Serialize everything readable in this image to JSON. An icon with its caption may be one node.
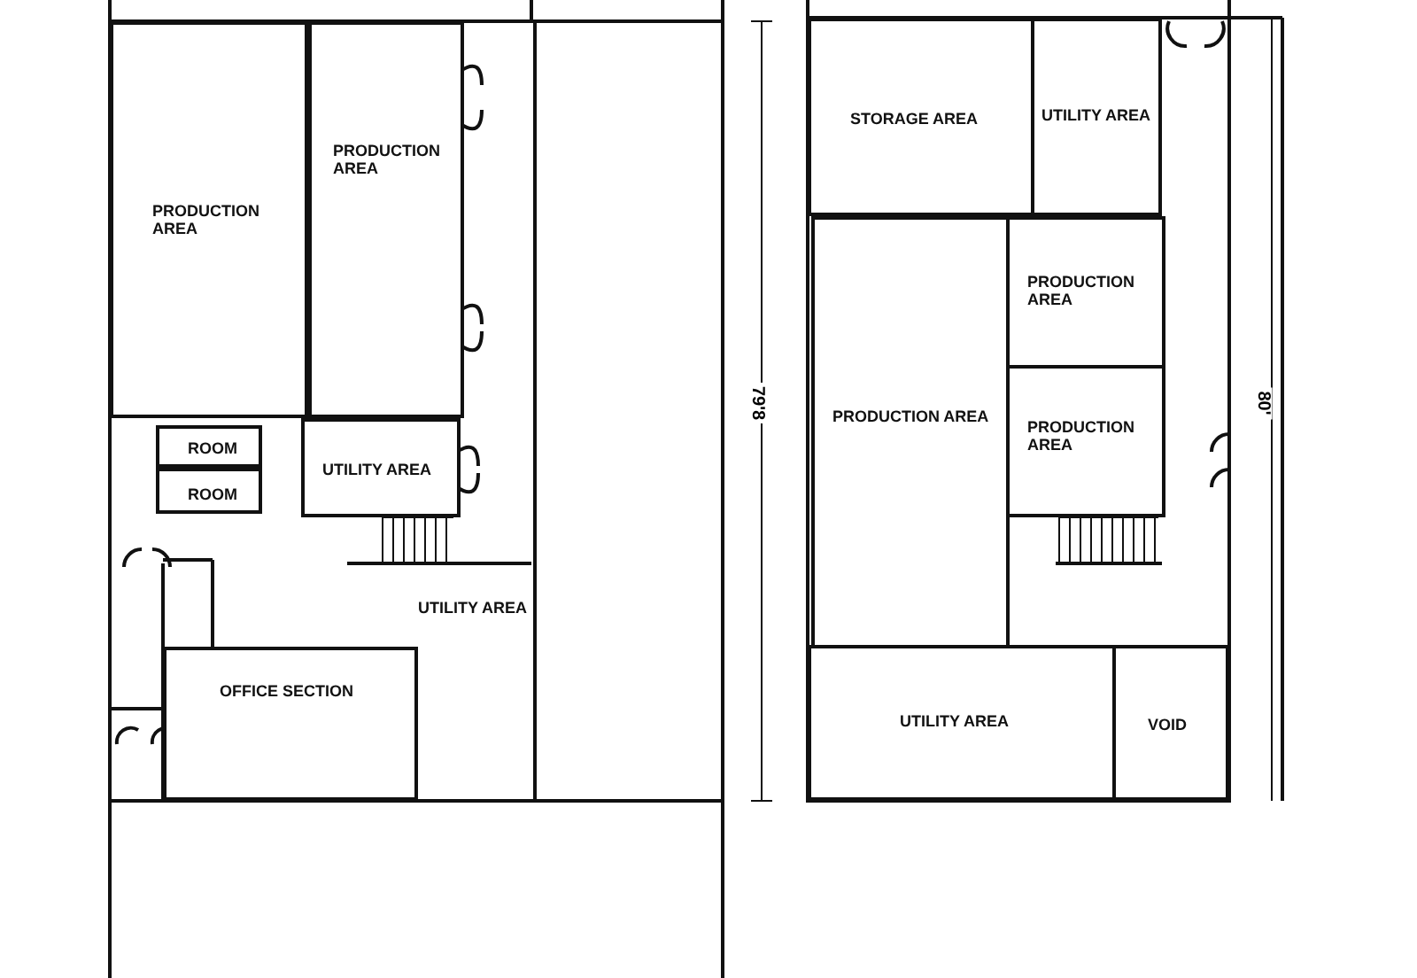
{
  "diagram": {
    "nodes": [
      {
        "text": [
          "PRODUCTION AREA"
        ]
      },
      {
        "text": [
          "PRODUCTION AREA"
        ]
      },
      {
        "text": [
          "ROOM"
        ]
      },
      {
        "text": [
          "ROOM"
        ]
      },
      {
        "text": [
          "UTILITY AREA"
        ]
      },
      {
        "text": [
          "UTILITY AREA"
        ]
      },
      {
        "text": [
          "OFFICE SECTION"
        ]
      },
      {
        "text": [
          "STORAGE AREA"
        ]
      },
      {
        "text": [
          "UTILITY AREA"
        ]
      },
      {
        "text": [
          "PRODUCTION AREA"
        ]
      },
      {
        "text": [
          "PRODUCTION AREA"
        ]
      },
      {
        "text": [
          "PRODUCTION AREA"
        ]
      },
      {
        "text": [
          "UTILITY AREA"
        ]
      },
      {
        "text": [
          "VOID"
        ]
      }
    ],
    "edges": [],
    "labels": [
      "79'8",
      "80'"
    ]
  }
}
